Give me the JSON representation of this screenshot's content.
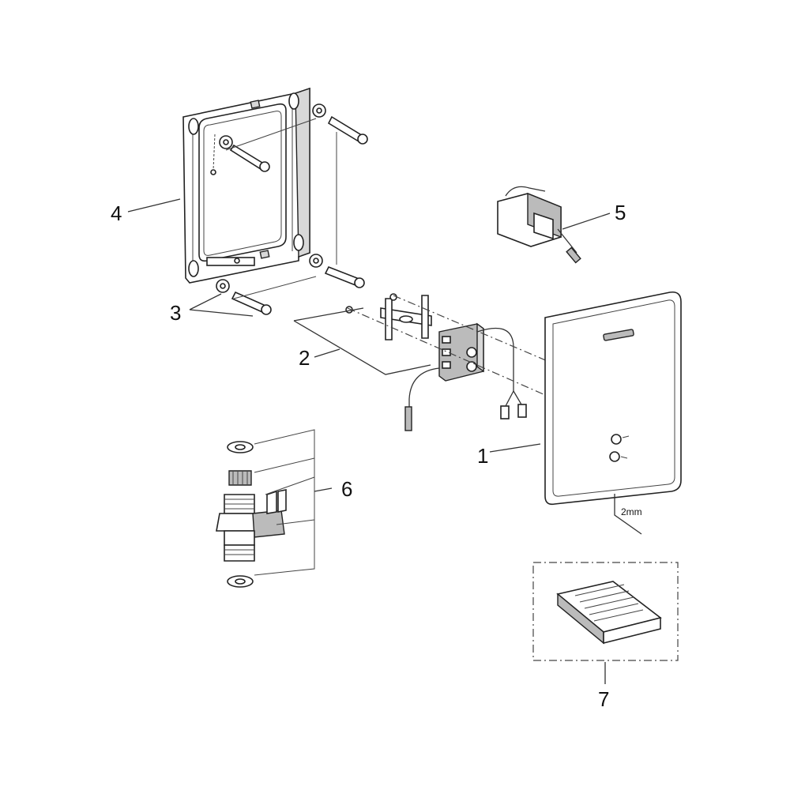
{
  "callouts": {
    "c1": "1",
    "c2": "2",
    "c3": "3",
    "c4": "4",
    "c5": "5",
    "c6": "6",
    "c7": "7"
  },
  "hex_key_size": "2mm",
  "colors": {
    "line": "#333333",
    "fill_dark": "#bbbbbb",
    "background": "#ffffff"
  }
}
